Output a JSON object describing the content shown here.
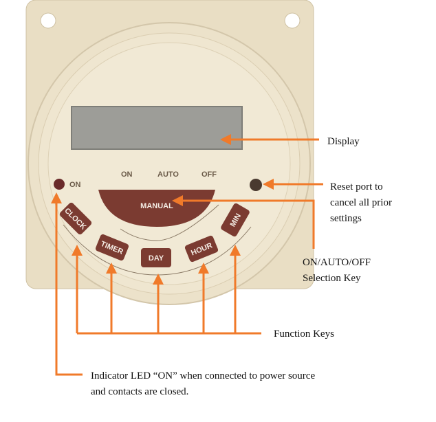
{
  "device": {
    "led_label": "ON",
    "mode_labels": [
      "ON",
      "AUTO",
      "OFF"
    ],
    "manual_key": "MANUAL",
    "function_keys": [
      "CLOCK",
      "TIMER",
      "DAY",
      "HOUR",
      "MIN"
    ]
  },
  "callouts": {
    "display": "Display",
    "reset": [
      "Reset port to",
      "cancel all prior",
      "settings"
    ],
    "selection": [
      "ON/AUTO/OFF",
      "Selection Key"
    ],
    "function_keys": "Function Keys",
    "indicator": [
      "Indicator LED “ON” when connected to power source",
      "and contacts are closed."
    ]
  },
  "colors": {
    "body": "#e9dec4",
    "button": "#7b3b31",
    "arrow": "#f07a2a",
    "display": "#9d9d98"
  }
}
